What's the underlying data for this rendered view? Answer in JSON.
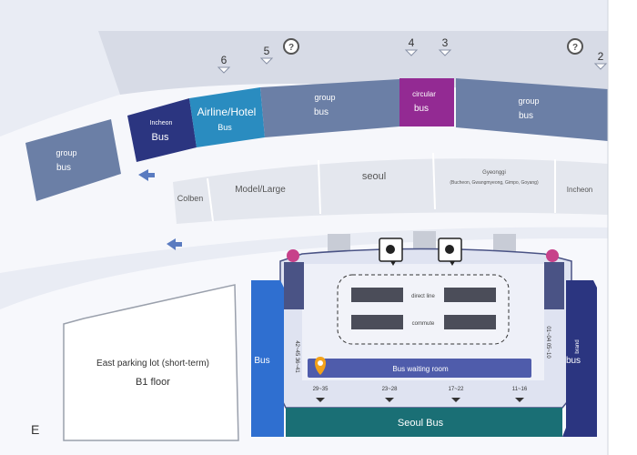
{
  "map": {
    "gate_numbers": [
      "6",
      "5",
      "4",
      "3",
      "2"
    ],
    "zones": {
      "group_left": {
        "line1": "group",
        "line2": "bus"
      },
      "incheon_bus": {
        "line1": "Incheon",
        "line2": "Bus"
      },
      "airline_hotel": {
        "line1": "Airline/Hotel",
        "line2": "Bus"
      },
      "group_middle": {
        "line1": "group",
        "line2": "bus"
      },
      "circular": {
        "line1": "circular",
        "line2": "bus"
      },
      "group_right": {
        "line1": "group",
        "line2": "bus"
      }
    },
    "taxi_row": {
      "colbeh": "Colben",
      "model_large": "Model/Large",
      "seoul": "seoul",
      "gyeonggi_title": "Gyeonggi",
      "gyeonggi_sub": "(Bucheon, Gwangmyeong, Gimpo, Goyang)",
      "incheon": "Incheon"
    },
    "parking": {
      "line1": "East parking lot (short-term)",
      "line2": "B1 floor"
    },
    "corner_letter": "E",
    "interior": {
      "direct_line": "direct line",
      "commute": "commute",
      "waiting_room": "Bus waiting room",
      "seoul_bus": "Seoul Bus",
      "left_bus": "Bus",
      "right_bus": "bus",
      "right_bus_small": "brand",
      "left_stop_range": "42~45 36~41",
      "right_stop_range": "01~04 05~10",
      "stops": [
        "29~35",
        "23~28",
        "17~22",
        "11~16"
      ]
    },
    "colors": {
      "grey_platform": "#6b7fa6",
      "navy": "#2b3580",
      "teal": "#2a8cc0",
      "purple": "#932a93",
      "dark_teal": "#1a6f75",
      "side_blue": "#2f6fd0",
      "waiting_room": "#4f5cab",
      "accent_orange": "#f3a21a",
      "restroom_pink": "#c7418a"
    }
  }
}
